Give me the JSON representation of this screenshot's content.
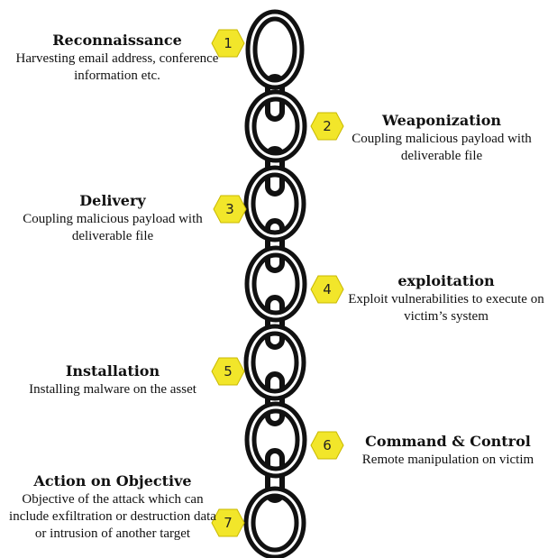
{
  "badge_color": "#f2e62a",
  "badge_stroke": "#c8b800",
  "chain_color": "#111111",
  "stages": [
    {
      "number": "1",
      "title": "Reconnaissance",
      "description": "Harvesting email address, conference information etc."
    },
    {
      "number": "2",
      "title": "Weaponization",
      "description": "Coupling malicious payload with deliverable file"
    },
    {
      "number": "3",
      "title": "Delivery",
      "description": "Coupling malicious payload with deliverable file"
    },
    {
      "number": "4",
      "title": "exploitation",
      "description": "Exploit vulnerabilities to execute on victim’s system"
    },
    {
      "number": "5",
      "title": "Installation",
      "description": "Installing malware on the asset"
    },
    {
      "number": "6",
      "title": "Command & Control",
      "description": "Remote manipulation on victim"
    },
    {
      "number": "7",
      "title": "Action on Objective",
      "description": "Objective of the attack which can include exfiltration or destruction data or intrusion of another target"
    }
  ]
}
